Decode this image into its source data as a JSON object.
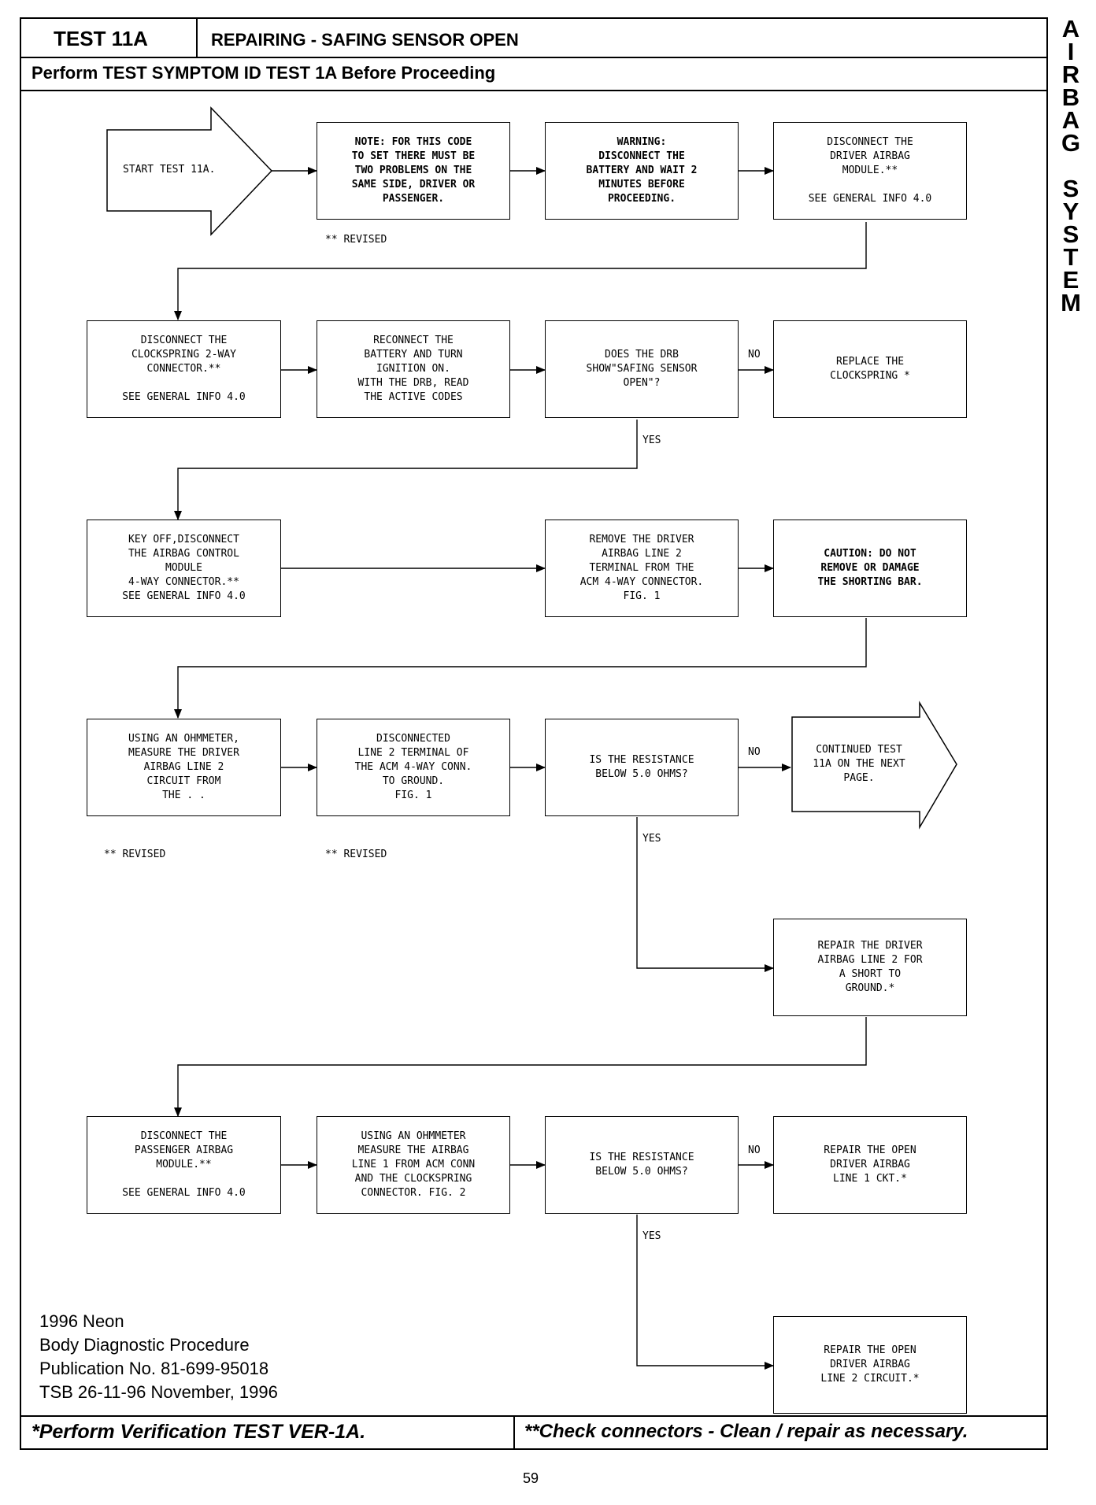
{
  "header": {
    "test_id": "TEST 11A",
    "title": "REPAIRING - SAFING SENSOR OPEN",
    "subtitle": "Perform TEST SYMPTOM ID TEST 1A Before Proceeding"
  },
  "side_label": [
    "A",
    "I",
    "R",
    "B",
    "A",
    "G",
    "",
    "S",
    "Y",
    "S",
    "T",
    "E",
    "M"
  ],
  "start": {
    "text": "START TEST 11A."
  },
  "boxes": {
    "b1": "NOTE: FOR THIS CODE\nTO SET THERE MUST BE\nTWO PROBLEMS ON THE\nSAME SIDE, DRIVER OR\nPASSENGER.",
    "b2": "WARNING:\nDISCONNECT THE\nBATTERY AND WAIT 2\nMINUTES BEFORE\nPROCEEDING.",
    "b3": "DISCONNECT THE\nDRIVER AIRBAG\nMODULE.**\n\nSEE GENERAL INFO 4.0",
    "b4": "DISCONNECT THE\nCLOCKSPRING 2-WAY\nCONNECTOR.**\n\nSEE GENERAL INFO 4.0",
    "b5": "RECONNECT THE\nBATTERY AND TURN\nIGNITION ON.\nWITH THE DRB, READ\nTHE ACTIVE CODES",
    "b6": "DOES THE DRB\nSHOW\"SAFING SENSOR\nOPEN\"?",
    "b7": "REPLACE THE\nCLOCKSPRING *",
    "b8": "KEY OFF,DISCONNECT\nTHE AIRBAG CONTROL\nMODULE\n4-WAY CONNECTOR.**\nSEE GENERAL INFO 4.0",
    "b9": "REMOVE THE DRIVER\nAIRBAG LINE 2\nTERMINAL FROM THE\nACM 4-WAY CONNECTOR.\nFIG. 1",
    "b10": "CAUTION: DO NOT\nREMOVE OR DAMAGE\nTHE SHORTING BAR.",
    "b11": "USING AN OHMMETER,\nMEASURE THE DRIVER\nAIRBAG LINE 2\nCIRCUIT FROM\nTHE . .",
    "b12": "DISCONNECTED\nLINE 2 TERMINAL OF\nTHE ACM 4-WAY CONN.\nTO GROUND.\nFIG. 1",
    "b13": "IS THE RESISTANCE\nBELOW 5.0 OHMS?",
    "b15": "REPAIR THE DRIVER\nAIRBAG LINE 2 FOR\nA SHORT TO\nGROUND.*",
    "b16": "DISCONNECT THE\nPASSENGER AIRBAG\nMODULE.**\n\nSEE GENERAL INFO 4.0",
    "b17": "USING AN OHMMETER\nMEASURE THE AIRBAG\nLINE 1 FROM ACM CONN\nAND THE CLOCKSPRING\nCONNECTOR. FIG. 2",
    "b18": "IS THE RESISTANCE\nBELOW 5.0 OHMS?",
    "b19": "REPAIR THE OPEN\nDRIVER AIRBAG\nLINE 1 CKT.*",
    "b20": "REPAIR THE OPEN\nDRIVER AIRBAG\nLINE 2 CIRCUIT.*"
  },
  "continued": {
    "text": "CONTINUED TEST\n11A ON THE NEXT\nPAGE."
  },
  "labels": {
    "no": "NO",
    "yes": "YES",
    "revised": "** REVISED"
  },
  "footer_info": [
    "1996 Neon",
    "Body Diagnostic Procedure",
    "Publication No. 81-699-95018",
    "TSB 26-11-96   November, 1996"
  ],
  "bottom": {
    "left": "*Perform Verification TEST VER-1A.",
    "right": "**Check connectors - Clean / repair as necessary."
  },
  "page_number": "59"
}
